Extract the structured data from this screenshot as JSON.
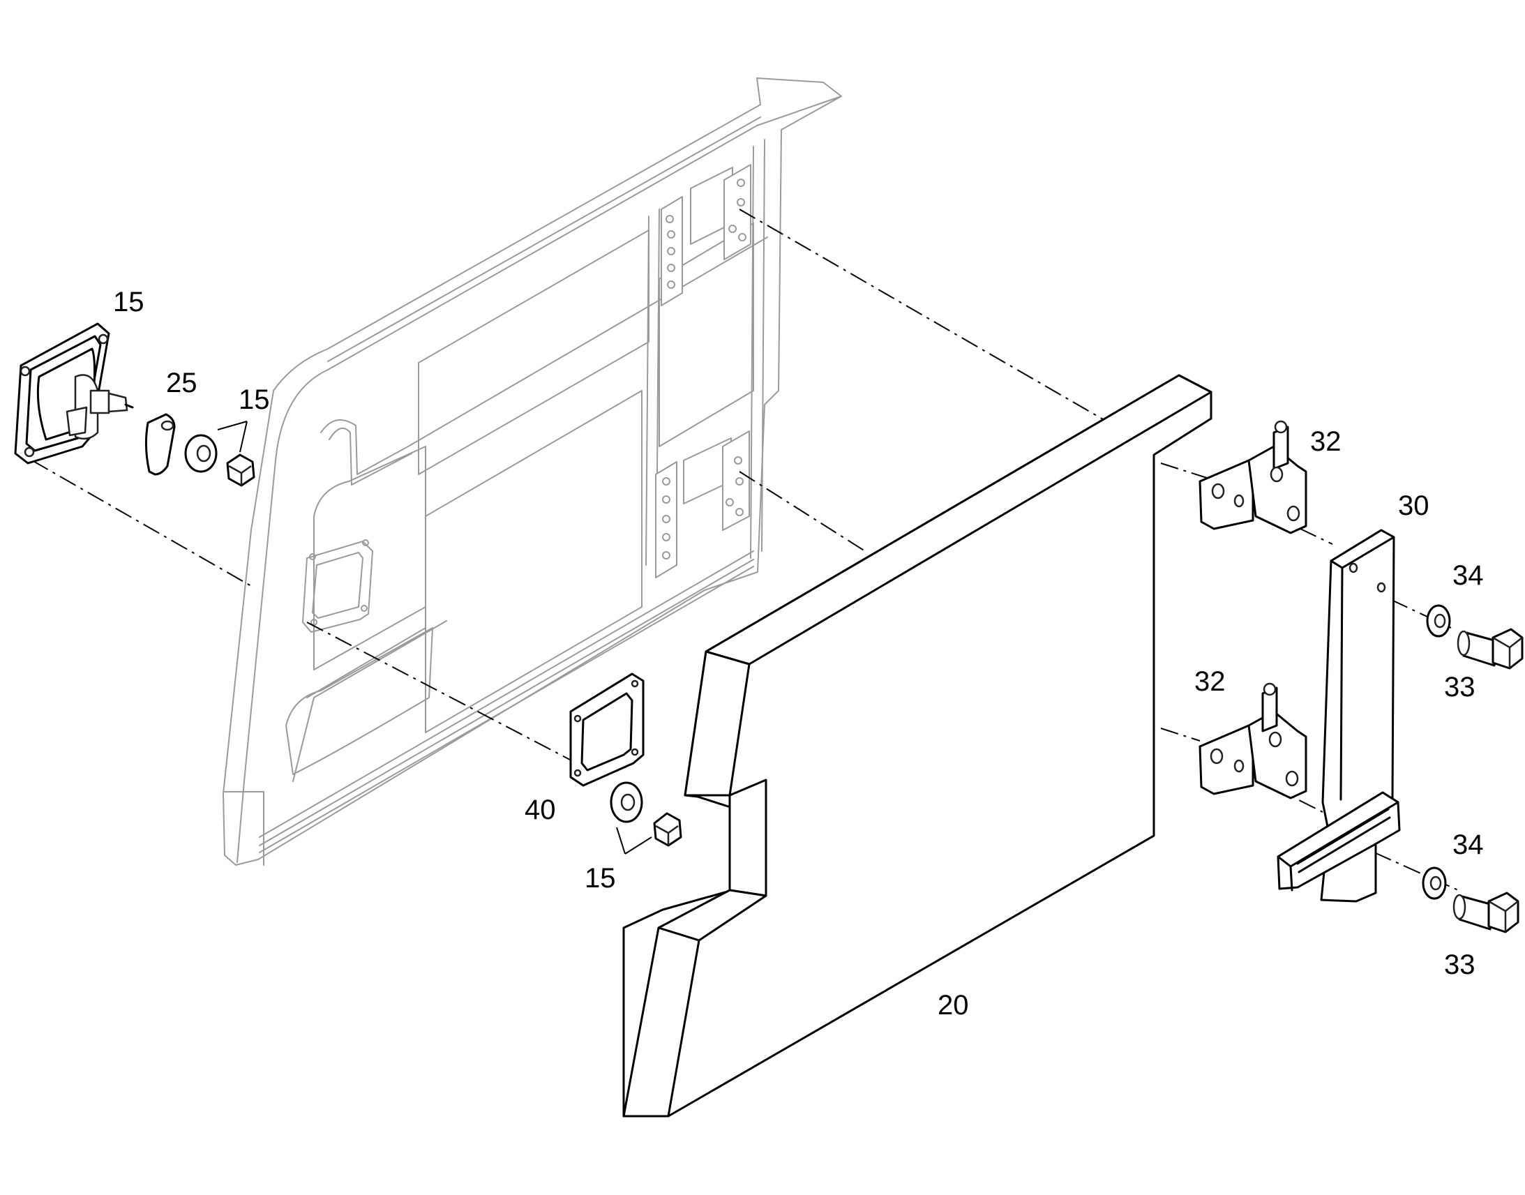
{
  "callouts": {
    "c15_top": "15",
    "c25": "25",
    "c15_nut": "15",
    "c32_top": "32",
    "c30": "30",
    "c34_top": "34",
    "c33_top": "33",
    "c32_bottom": "32",
    "c40": "40",
    "c15_bottom": "15",
    "c34_bottom": "34",
    "c33_bottom": "33",
    "c20": "20"
  }
}
